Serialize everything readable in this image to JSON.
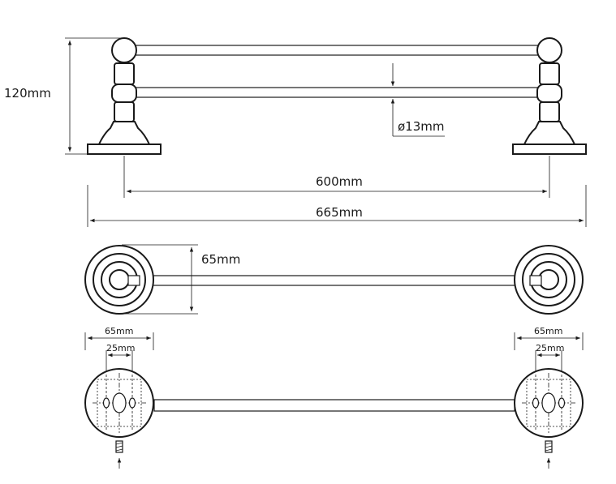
{
  "dimensions": {
    "height_label": "120mm",
    "diameter_label": "ø13mm",
    "center_distance_label": "600mm",
    "overall_length_label": "665mm",
    "depth_label": "65mm",
    "left_base_width_label": "65mm",
    "left_hole_spacing_label": "25mm",
    "right_base_width_label": "65mm",
    "right_hole_spacing_label": "25mm"
  }
}
